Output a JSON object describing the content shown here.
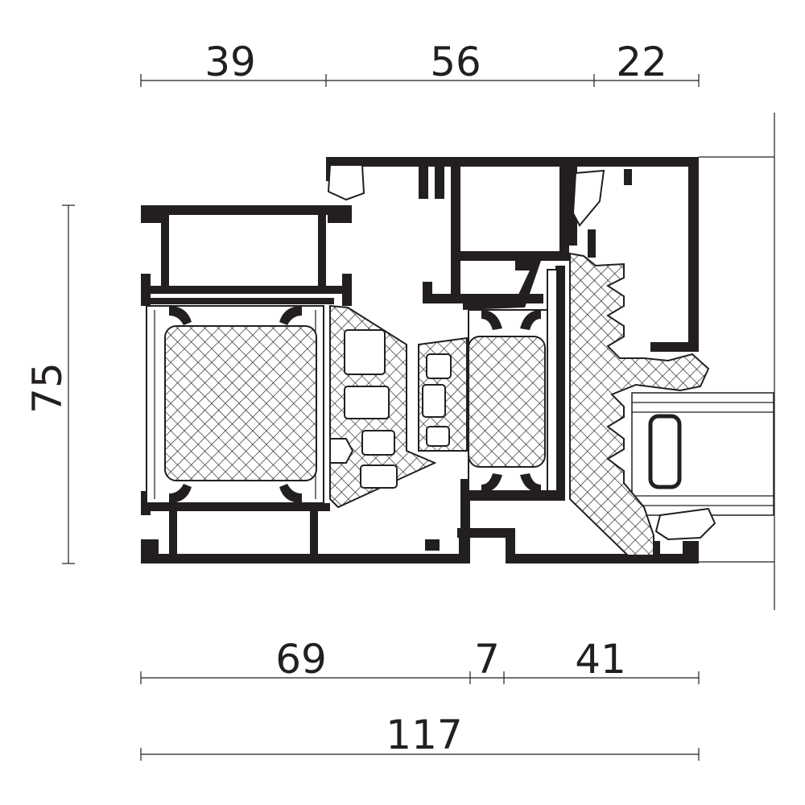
{
  "dimensions": {
    "top": [
      "39",
      "56",
      "22"
    ],
    "bottom": [
      "69",
      "7",
      "41"
    ],
    "overall": "117",
    "height": "75"
  },
  "colors": {
    "ink": "#231f20",
    "background": "#ffffff"
  }
}
